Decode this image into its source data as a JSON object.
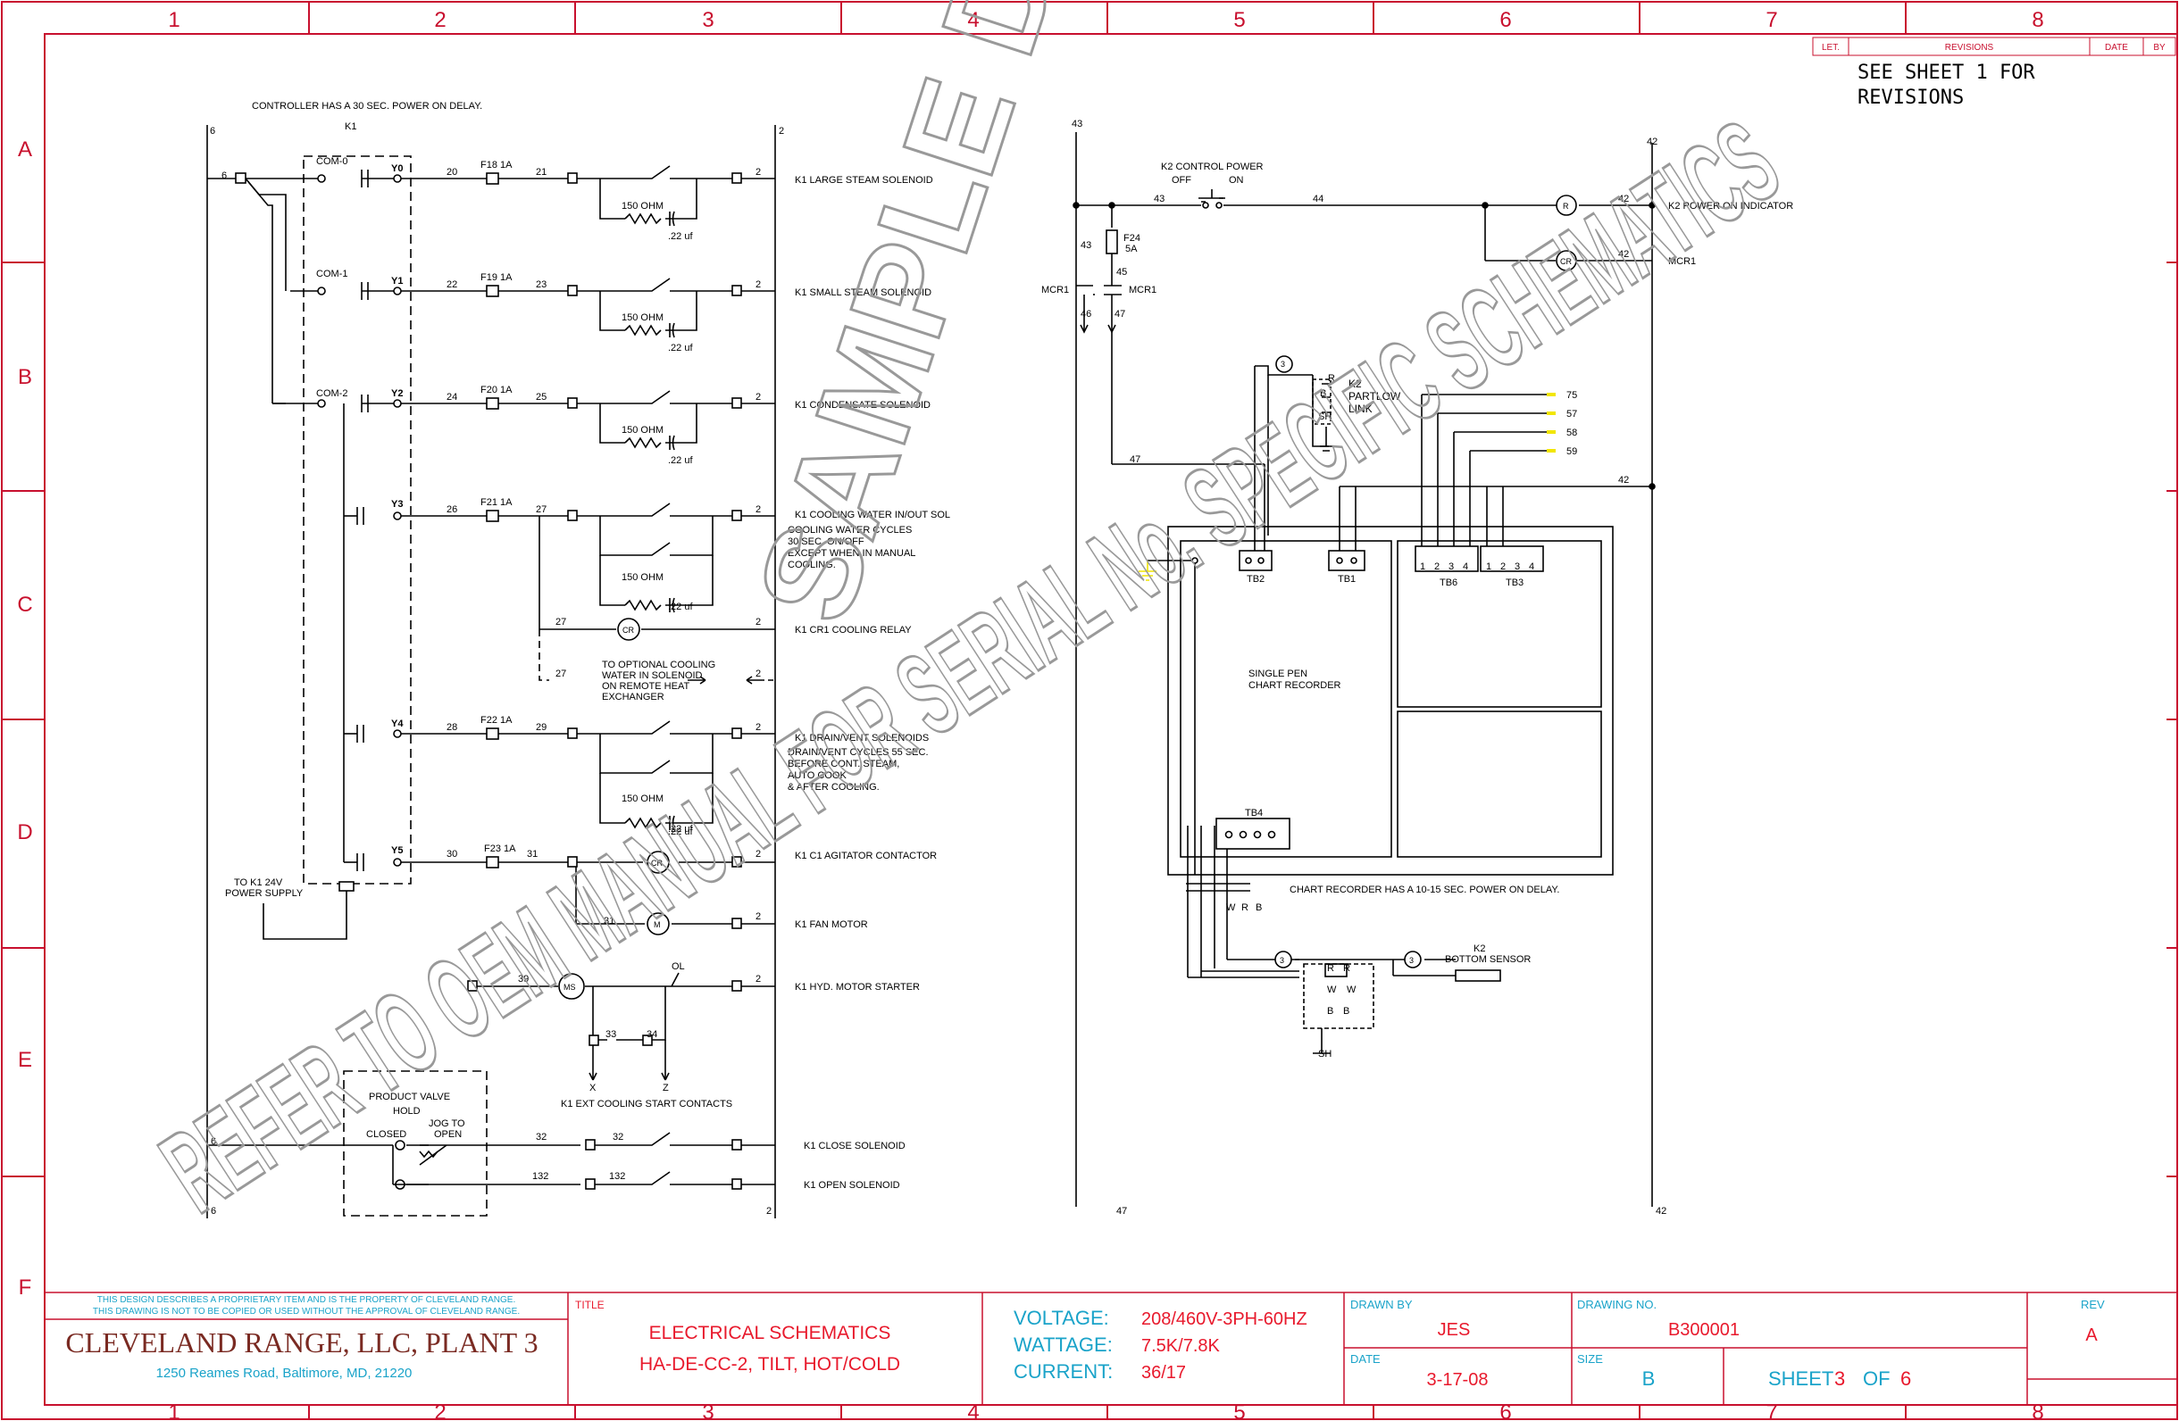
{
  "grid": {
    "columns": [
      "1",
      "2",
      "3",
      "4",
      "5",
      "6",
      "7",
      "8"
    ],
    "rows": [
      "A",
      "B",
      "C",
      "D",
      "E",
      "F"
    ]
  },
  "revisions": {
    "headers": [
      "LET.",
      "REVISIONS",
      "DATE",
      "BY"
    ],
    "note": [
      "SEE SHEET 1 FOR",
      "REVISIONS"
    ]
  },
  "left_schematic": {
    "controller_note": "CONTROLLER HAS A 30 SEC. POWER ON DELAY.",
    "k1_label": "K1",
    "wire_numbers": {
      "left_top": "6",
      "right_top": "2",
      "left_bottom1": "6",
      "left_bottom2": "6",
      "right_bottom": "2"
    },
    "rungs": [
      {
        "com": "COM-0",
        "y": "Y0",
        "w_in": "20",
        "fuse": "F18 1A",
        "w_out": "21",
        "res": "150 OHM",
        "cap": ".22 uf",
        "end": "2",
        "desc": "K1 LARGE STEAM SOLENOID"
      },
      {
        "com": "COM-1",
        "y": "Y1",
        "w_in": "22",
        "fuse": "F19 1A",
        "w_out": "23",
        "res": "150 OHM",
        "cap": ".22 uf",
        "end": "2",
        "desc": "K1 SMALL STEAM SOLENOID"
      },
      {
        "com": "COM-2",
        "y": "Y2",
        "w_in": "24",
        "fuse": "F20 1A",
        "w_out": "25",
        "res": "150 OHM",
        "cap": ".22 uf",
        "end": "2",
        "desc": "K1 CONDENSATE SOLENOID"
      },
      {
        "com": "",
        "y": "Y3",
        "w_in": "26",
        "fuse": "F21 1A",
        "w_out": "27",
        "res": "150 OHM",
        "cap": ".22 uf",
        "end": "2",
        "desc": "K1 COOLING WATER IN/OUT SOL"
      },
      {
        "com": "",
        "y": "Y4",
        "w_in": "28",
        "fuse": "F22 1A",
        "w_out": "29",
        "res": "150 OHM",
        "cap": ".22 uf",
        "end": "2",
        "desc": "K1 DRAIN/VENT SOLENOIDS"
      },
      {
        "com": "",
        "y": "Y5",
        "w_in": "30",
        "fuse": "F23 1A",
        "w_out": "31",
        "res": "",
        "cap": ".22 uf",
        "end": "2",
        "desc": "K1 C1 AGITATOR CONTACTOR"
      }
    ],
    "cooling_note": [
      "COOLING WATER CYCLES",
      "30 SEC. ON/OFF",
      "EXCEPT WHEN IN MANUAL",
      "COOLING."
    ],
    "cr_rung": {
      "w": "27",
      "coil": "CR",
      "end": "2",
      "desc": "K1 CR1 COOLING RELAY"
    },
    "optional_rung": {
      "w": "27",
      "end": "2",
      "text": [
        "TO OPTIONAL COOLING",
        "WATER IN SOLENOID",
        "ON REMOTE HEAT",
        "EXCHANGER"
      ]
    },
    "drain_note": [
      "DRAIN/VENT CYCLES 55 SEC.",
      "BEFORE CONT. STEAM,",
      "AUTO COOK",
      "& AFTER COOLING."
    ],
    "cr_contact": "CR",
    "fan": {
      "w": "31",
      "coil": "M",
      "end": "2",
      "desc": "K1 FAN MOTOR"
    },
    "hyd": {
      "w": "39",
      "coil": "MS",
      "ol": "OL",
      "end": "2",
      "desc": "K1 HYD. MOTOR STARTER"
    },
    "ext": {
      "w1": "33",
      "w2": "34",
      "x": "X",
      "z": "Z",
      "desc": "K1 EXT COOLING START CONTACTS"
    },
    "supply": [
      "TO K1 24V",
      "POWER SUPPLY"
    ],
    "valve": {
      "title": "PRODUCT VALVE",
      "hold": "HOLD",
      "closed": "CLOSED",
      "jog": "JOG TO",
      "open": "OPEN"
    },
    "close_rung": {
      "w1": "32",
      "w2": "32",
      "end": "",
      "desc": "K1 CLOSE SOLENOID"
    },
    "open_rung": {
      "w1": "132",
      "w2": "132",
      "end": "",
      "desc": "K1 OPEN SOLENOID"
    }
  },
  "right_schematic": {
    "w43_top": "43",
    "w42_top": "42",
    "w47_bottom": "47",
    "w42_bottom": "42",
    "k2_ctrl": [
      "K2 CONTROL POWER",
      "OFF",
      "ON"
    ],
    "w43a": "43",
    "w44": "44",
    "w42a": "42",
    "w42b": "42",
    "indicator": {
      "coil": "R",
      "desc": "K2 POWER ON INDICATOR"
    },
    "mcr": {
      "coil": "CR",
      "desc": "MCR1"
    },
    "fuse": {
      "w": "43",
      "label": [
        "F24",
        "5A"
      ],
      "w45": "45"
    },
    "mcr1_a": "MCR1",
    "mcr1_b": "MCR1",
    "w46": "46",
    "w47": "47",
    "partlow": {
      "r": "R",
      "b": "B",
      "sh": "SH",
      "num": "3",
      "label": [
        "K2",
        "PARTLOW",
        "LINK"
      ]
    },
    "outputs": [
      "75",
      "57",
      "58",
      "59"
    ],
    "w47b": "47",
    "w42c": "42",
    "tb2": "TB2",
    "tb1": "TB1",
    "tb6": "TB6",
    "tb3": "TB3",
    "tb4": "TB4",
    "tb_nums": [
      "1",
      "2",
      "3",
      "4"
    ],
    "recorder": [
      "SINGLE PEN",
      "CHART RECORDER"
    ],
    "recorder_note": "CHART RECORDER HAS A 10-15 SEC. POWER ON DELAY.",
    "wrb": [
      "W",
      "R",
      "B"
    ],
    "sensor": {
      "n1": "3",
      "n2": "3",
      "label": [
        "K2",
        "BOTTOM SENSOR"
      ]
    },
    "term": [
      "R",
      "R",
      "W",
      "W",
      "B",
      "B",
      "SH"
    ]
  },
  "watermarks": [
    "SAMPLE DRAWING",
    "REFER TO OEM MANUAL FOR SERIAL No. SPECIFIC SCHEMATICS"
  ],
  "title_block": {
    "notice": [
      "THIS DESIGN DESCRIBES A PROPRIETARY ITEM AND IS THE PROPERTY OF CLEVELAND RANGE.",
      "THIS DRAWING IS NOT TO BE COPIED OR USED WITHOUT THE APPROVAL OF CLEVELAND RANGE."
    ],
    "company": "CLEVELAND RANGE, LLC, PLANT 3",
    "address": "1250 Reames Road, Baltimore, MD, 21220",
    "title_label": "TITLE",
    "title_lines": [
      "ELECTRICAL SCHEMATICS",
      "HA-DE-CC-2, TILT, HOT/COLD"
    ],
    "specs": [
      {
        "label": "VOLTAGE:",
        "value": "208/460V-3PH-60HZ"
      },
      {
        "label": "WATTAGE:",
        "value": "7.5K/7.8K"
      },
      {
        "label": "CURRENT:",
        "value": "36/17"
      }
    ],
    "drawn_by_label": "DRAWN BY",
    "drawn_by": "JES",
    "drawing_no_label": "DRAWING NO.",
    "drawing_no": "B300001",
    "rev_label": "REV",
    "rev": "A",
    "date_label": "DATE",
    "date": "3-17-08",
    "size_label": "SIZE",
    "size": "B",
    "sheet_label": "SHEET",
    "sheet": "3",
    "of_label": "OF",
    "of": "6"
  },
  "colors": {
    "line": "#000000",
    "red": "#e8192c",
    "blue": "#1aa3c9",
    "brand": "#7a2a22",
    "border": "#c8102e",
    "watermark": "#999999",
    "highlight": "#f2e600"
  }
}
